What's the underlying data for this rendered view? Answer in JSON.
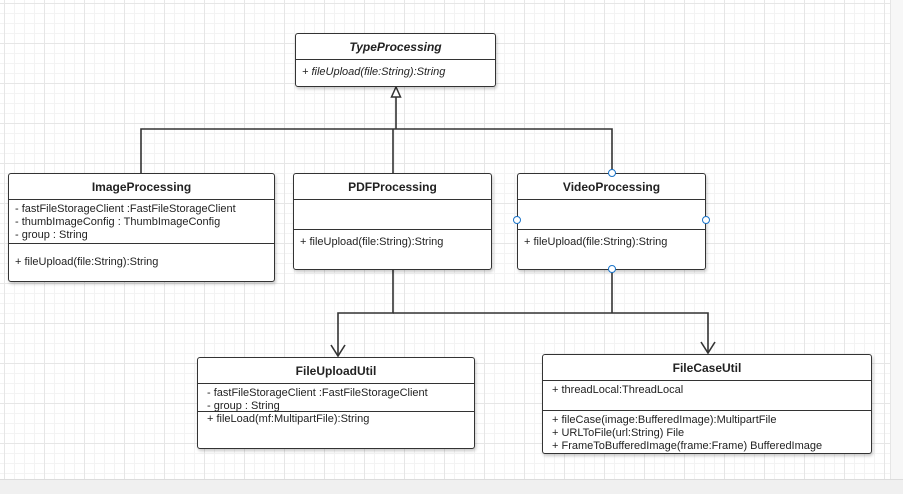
{
  "classes": {
    "type_processing": {
      "name": "TypeProcessing",
      "methods": [
        "+ fileUpload(file:String):String"
      ]
    },
    "image_processing": {
      "name": "ImageProcessing",
      "fields": [
        "- fastFileStorageClient :FastFileStorageClient",
        "- thumbImageConfig : ThumbImageConfig",
        "- group : String"
      ],
      "methods": [
        "+ fileUpload(file:String):String"
      ]
    },
    "pdf_processing": {
      "name": "PDFProcessing",
      "methods": [
        "+ fileUpload(file:String):String"
      ]
    },
    "video_processing": {
      "name": "VideoProcessing",
      "methods": [
        "+ fileUpload(file:String):String"
      ]
    },
    "file_upload_util": {
      "name": "FileUploadUtil",
      "fields": [
        "- fastFileStorageClient :FastFileStorageClient",
        "- group : String"
      ],
      "methods": [
        "+ fileLoad(mf:MultipartFile):String"
      ]
    },
    "file_case_util": {
      "name": "FileCaseUtil",
      "fields": [
        "+ threadLocal:ThreadLocal"
      ],
      "methods": [
        "+ fileCase(image:BufferedImage):MultipartFile",
        "+ URLToFile(url:String) File",
        "+ FrameToBufferedImage(frame:Frame) BufferedImage"
      ]
    }
  },
  "colors": {
    "border": "#333333",
    "line": "#333333",
    "selection_handle": "#1a73c8"
  }
}
